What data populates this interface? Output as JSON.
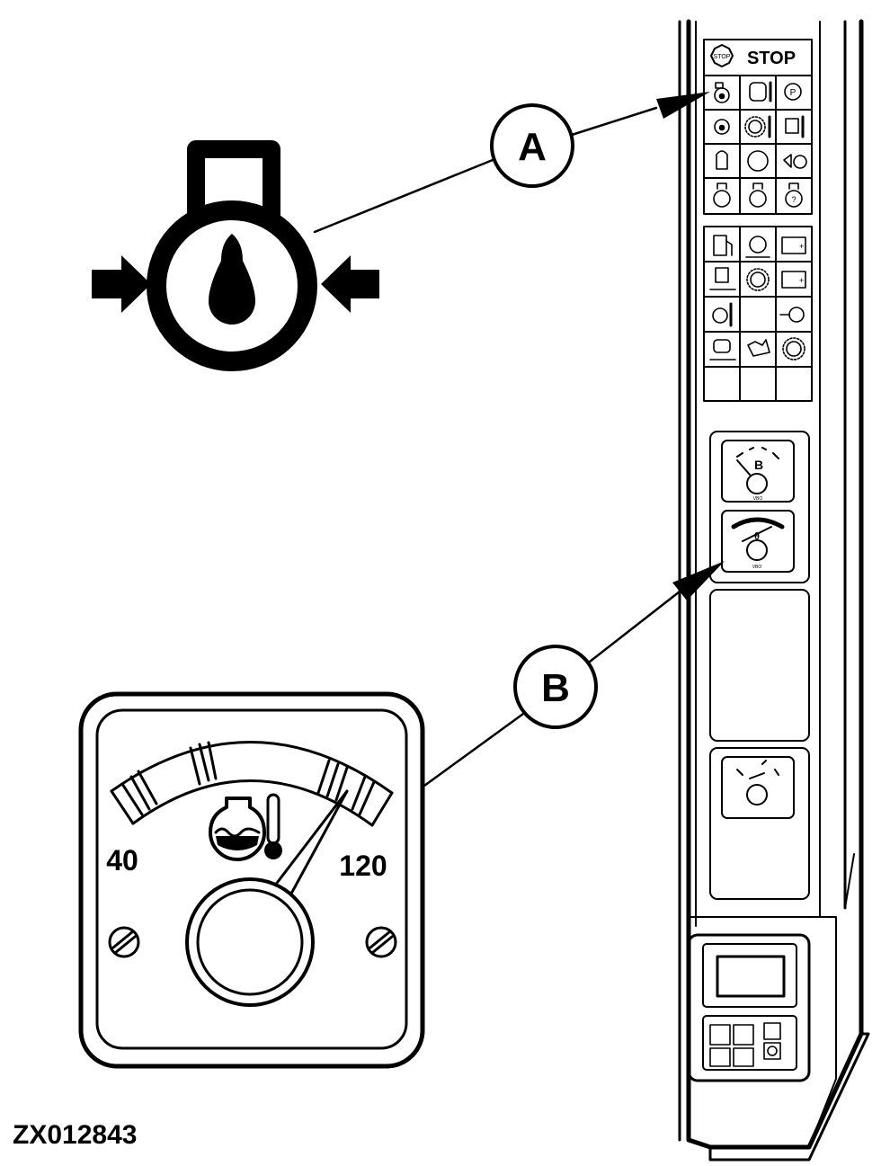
{
  "figure_id": "ZX012843",
  "callouts": {
    "a": "A",
    "b": "B"
  },
  "panel": {
    "stop_label": "STOP"
  },
  "gauge": {
    "min_label": "40",
    "max_label": "120"
  },
  "small_gauges": {
    "caption": "VBO"
  },
  "icons": {
    "engine_oil_pressure": "engine-oil-pressure-icon",
    "coolant_temperature": "coolant-temperature-icon",
    "thermometer": "thermometer-icon"
  },
  "colors": {
    "ink": "#000000",
    "paper": "#ffffff"
  }
}
